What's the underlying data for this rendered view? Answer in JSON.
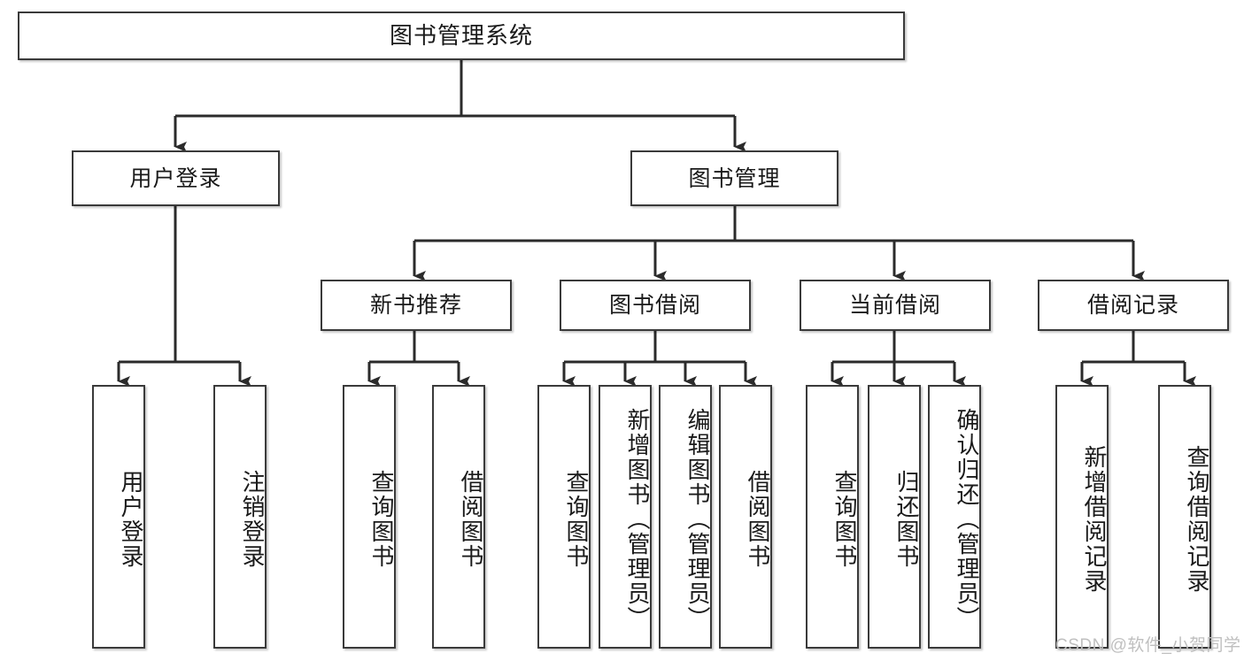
{
  "diagram": {
    "type": "tree",
    "title_node": "图书管理系统",
    "orientation": "top-down",
    "watermark": "CSDN @软件_小贺同学",
    "colors": {
      "node_border": "#3a3a3a",
      "node_fill": "#ffffff",
      "connector": "#2b2b2b",
      "text": "#1a1a1a",
      "watermark": "#bfbfbf"
    },
    "levels": {
      "root": {
        "label": "图书管理系统"
      },
      "level2": [
        {
          "label": "用户登录"
        },
        {
          "label": "图书管理"
        }
      ],
      "level3": [
        {
          "label": "新书推荐"
        },
        {
          "label": "图书借阅"
        },
        {
          "label": "当前借阅"
        },
        {
          "label": "借阅记录"
        }
      ],
      "leaves": {
        "user_login": [
          {
            "label": "用户登录"
          },
          {
            "label": "注销登录"
          }
        ],
        "new_book_recommend": [
          {
            "label": "查询图书"
          },
          {
            "label": "借阅图书"
          }
        ],
        "book_borrow": [
          {
            "label": "查询图书"
          },
          {
            "label": "新增图书（管理员）"
          },
          {
            "label": "编辑图书（管理员）"
          },
          {
            "label": "借阅图书"
          }
        ],
        "current_borrow": [
          {
            "label": "查询图书"
          },
          {
            "label": "归还图书"
          },
          {
            "label": "确认归还（管理员）"
          }
        ],
        "borrow_record": [
          {
            "label": "新增借阅记录"
          },
          {
            "label": "查询借阅记录"
          }
        ]
      }
    }
  }
}
